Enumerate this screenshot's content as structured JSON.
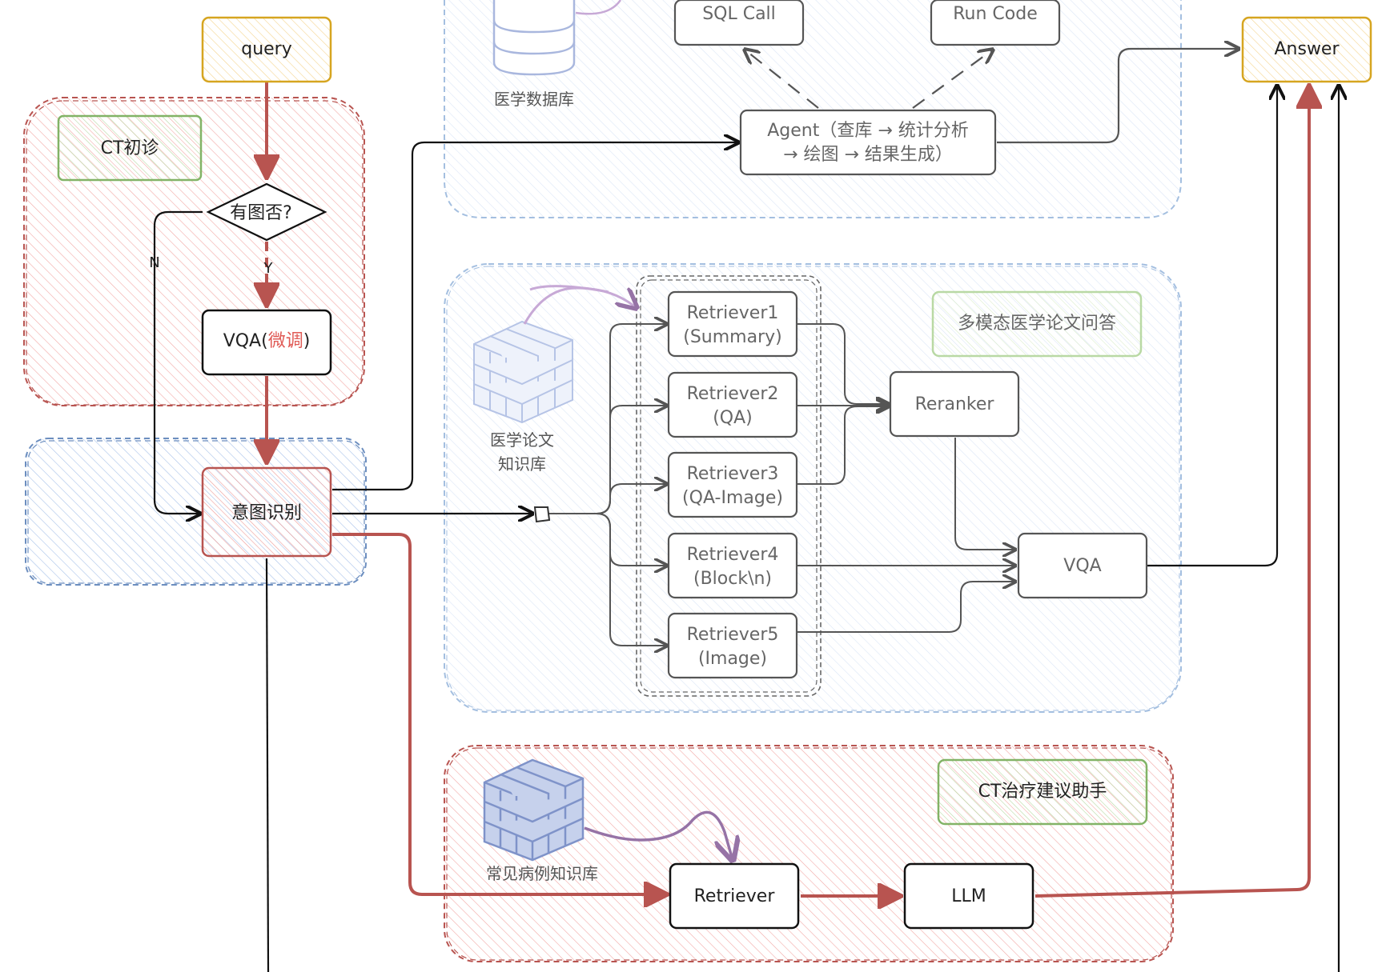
{
  "nodes": {
    "query": "query",
    "answer": "Answer",
    "ct_initial": "CT初诊",
    "has_image": "有图否?",
    "vqa_finetune_prefix": "VQA(",
    "vqa_finetune_highlight": "微调",
    "vqa_finetune_suffix": ")",
    "intent": "意图识别",
    "medical_db": "医学数据库",
    "sql_call": "SQL Call",
    "run_code": "Run Code",
    "agent_line1": "Agent（查库 → 统计分析",
    "agent_line2": "→ 绘图 → 结果生成）",
    "paper_kb_line1": "医学论文",
    "paper_kb_line2": "知识库",
    "multimodal_qa": "多模态医学论文问答",
    "retriever1_line1": "Retriever1",
    "retriever1_line2": "(Summary)",
    "retriever2_line1": "Retriever2",
    "retriever2_line2": "(QA)",
    "retriever3_line1": "Retriever3",
    "retriever3_line2": "(QA-Image)",
    "retriever4_line1": "Retriever4",
    "retriever4_line2": "(Block\\n)",
    "retriever5_line1": "Retriever5",
    "retriever5_line2": "(Image)",
    "reranker": "Reranker",
    "vqa": "VQA",
    "case_kb": "常见病例知识库",
    "ct_treatment": "CT治疗建议助手",
    "retriever": "Retriever",
    "llm": "LLM"
  },
  "edge_labels": {
    "no": "N",
    "yes": "Y"
  },
  "colors": {
    "orange_fill": "#fff2cc",
    "orange_stroke": "#d6b656",
    "green_fill": "#d5e8d4",
    "green_stroke": "#82b366",
    "red_fill": "#f8cecc",
    "red_stroke": "#b85450",
    "blue_fill": "#dae8fc",
    "blue_stroke": "#6c8ebf",
    "purple": "#9673a6",
    "text_highlight": "#e05a55"
  }
}
